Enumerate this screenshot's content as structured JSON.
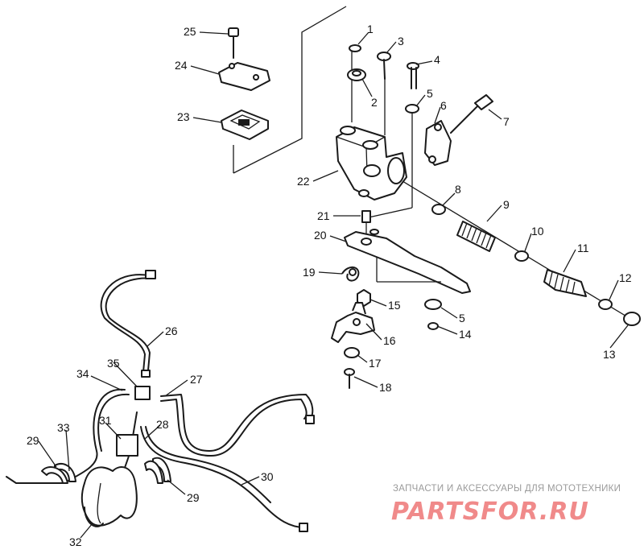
{
  "callouts": [
    "1",
    "2",
    "3",
    "4",
    "5",
    "6",
    "7",
    "8",
    "9",
    "10",
    "11",
    "12",
    "13",
    "14",
    "15",
    "16",
    "17",
    "18",
    "19",
    "20",
    "21",
    "22",
    "23",
    "24",
    "25",
    "26",
    "27",
    "28",
    "29",
    "30",
    "31",
    "32",
    "33",
    "34",
    "35"
  ],
  "callout_5b": "5",
  "callout_29b": "29",
  "watermark": {
    "tagline": "ЗАПЧАСТИ И АКСЕССУАРЫ ДЛЯ МОТОТЕХНИКИ",
    "brand": "PARTSFOR.RU",
    "brand_color": "#f08a8a"
  }
}
